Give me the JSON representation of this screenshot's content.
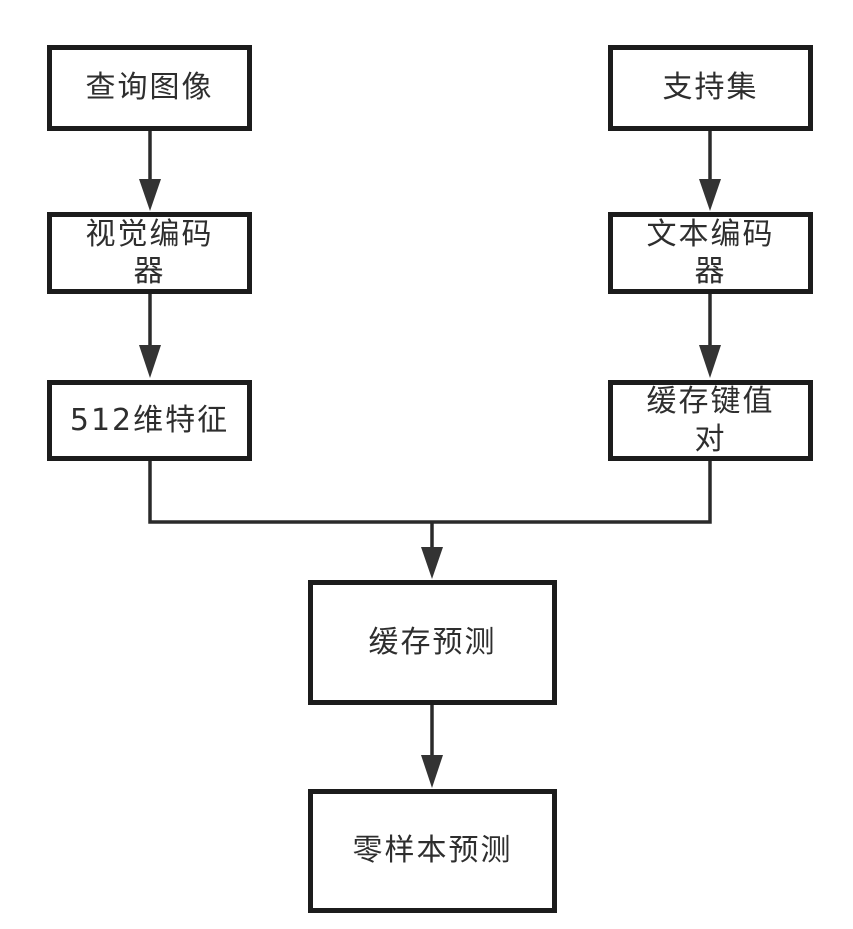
{
  "diagram": {
    "type": "flowchart",
    "background_color": "#ffffff",
    "line_color": "#2a2a2a",
    "box_border_color": "#1c1c1c",
    "text_color": "#2e2e2e",
    "nodes": {
      "query_image": {
        "label": "查询图像"
      },
      "support_set": {
        "label": "支持集"
      },
      "visual_encoder": {
        "label": "视觉编码\n器"
      },
      "text_encoder": {
        "label": "文本编码\n器"
      },
      "features_512": {
        "label": "512维特征"
      },
      "cache_kv_pairs": {
        "label": "缓存键值\n对"
      },
      "cache_prediction": {
        "label": "缓存预测"
      },
      "zero_shot_prediction": {
        "label": "零样本预测"
      }
    },
    "edges": [
      {
        "from": "query_image",
        "to": "visual_encoder"
      },
      {
        "from": "support_set",
        "to": "text_encoder"
      },
      {
        "from": "visual_encoder",
        "to": "features_512"
      },
      {
        "from": "text_encoder",
        "to": "cache_kv_pairs"
      },
      {
        "from": "features_512",
        "to": "cache_prediction"
      },
      {
        "from": "cache_kv_pairs",
        "to": "cache_prediction"
      },
      {
        "from": "cache_prediction",
        "to": "zero_shot_prediction"
      }
    ]
  }
}
